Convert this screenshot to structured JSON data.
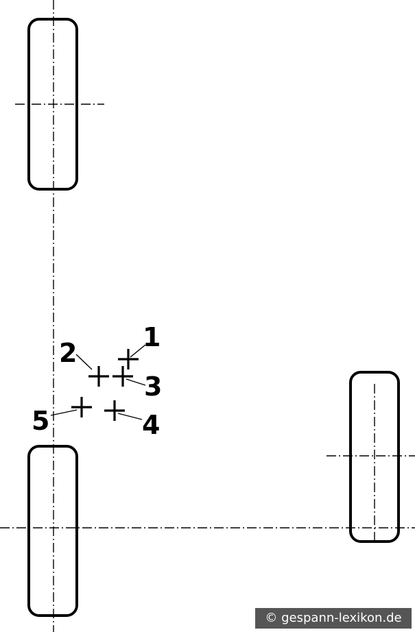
{
  "diagram": {
    "labels": {
      "p1": "1",
      "p2": "2",
      "p3": "3",
      "p4": "4",
      "p5": "5"
    }
  },
  "copyright": "© gespann-lexikon.de"
}
